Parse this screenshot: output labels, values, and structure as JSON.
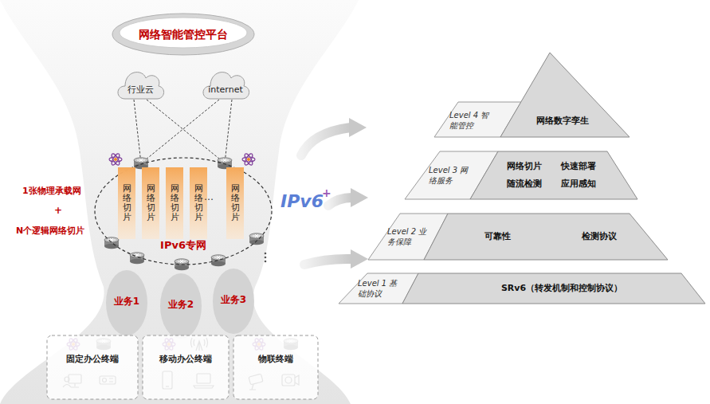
{
  "diagram": {
    "nodes": [
      {
        "text": [
          "网络智能管控平台"
        ]
      },
      {
        "text": [
          "行业云"
        ]
      },
      {
        "text": [
          "internet"
        ]
      },
      {
        "text": [
          "IPv6专网"
        ]
      },
      {
        "text": [
          "网络切片"
        ],
        "in": 3
      },
      {
        "text": [
          "网络切片"
        ],
        "in": 3
      },
      {
        "text": [
          "网络切片"
        ],
        "in": 3
      },
      {
        "text": [
          "网络切片"
        ],
        "in": 3
      },
      {
        "text": [
          "网络切片"
        ],
        "in": 3
      },
      {
        "text": [
          "业务1"
        ]
      },
      {
        "text": [
          "业务2"
        ]
      },
      {
        "text": [
          "业务3"
        ]
      },
      {
        "text": [
          "固定办公终端"
        ]
      },
      {
        "text": [
          "移动办公终端"
        ]
      },
      {
        "text": [
          "物联终端"
        ]
      },
      {
        "text": [
          "Level 4 智能管控",
          "网络数字孪生"
        ]
      },
      {
        "text": [
          "Level 3 网络服务",
          "网络切片",
          "快速部署",
          "随流检测",
          "应用感知"
        ]
      },
      {
        "text": [
          "Level 2 业务保障",
          "可靠性",
          "检测协议"
        ]
      },
      {
        "text": [
          "Level 1 基础协议",
          "SRv6（转发机制和控制协议）"
        ]
      }
    ],
    "edges": [
      {
        "from": 1,
        "to": 3,
        "arrow": "none"
      },
      {
        "from": 1,
        "to": 3,
        "arrow": "none"
      },
      {
        "from": 2,
        "to": 3,
        "arrow": "none"
      },
      {
        "from": 2,
        "to": 3,
        "arrow": "none"
      }
    ],
    "labels": [
      "1张物理承载网",
      "+",
      "N个逻辑网络切片",
      "…",
      "IPv6",
      "+"
    ]
  }
}
